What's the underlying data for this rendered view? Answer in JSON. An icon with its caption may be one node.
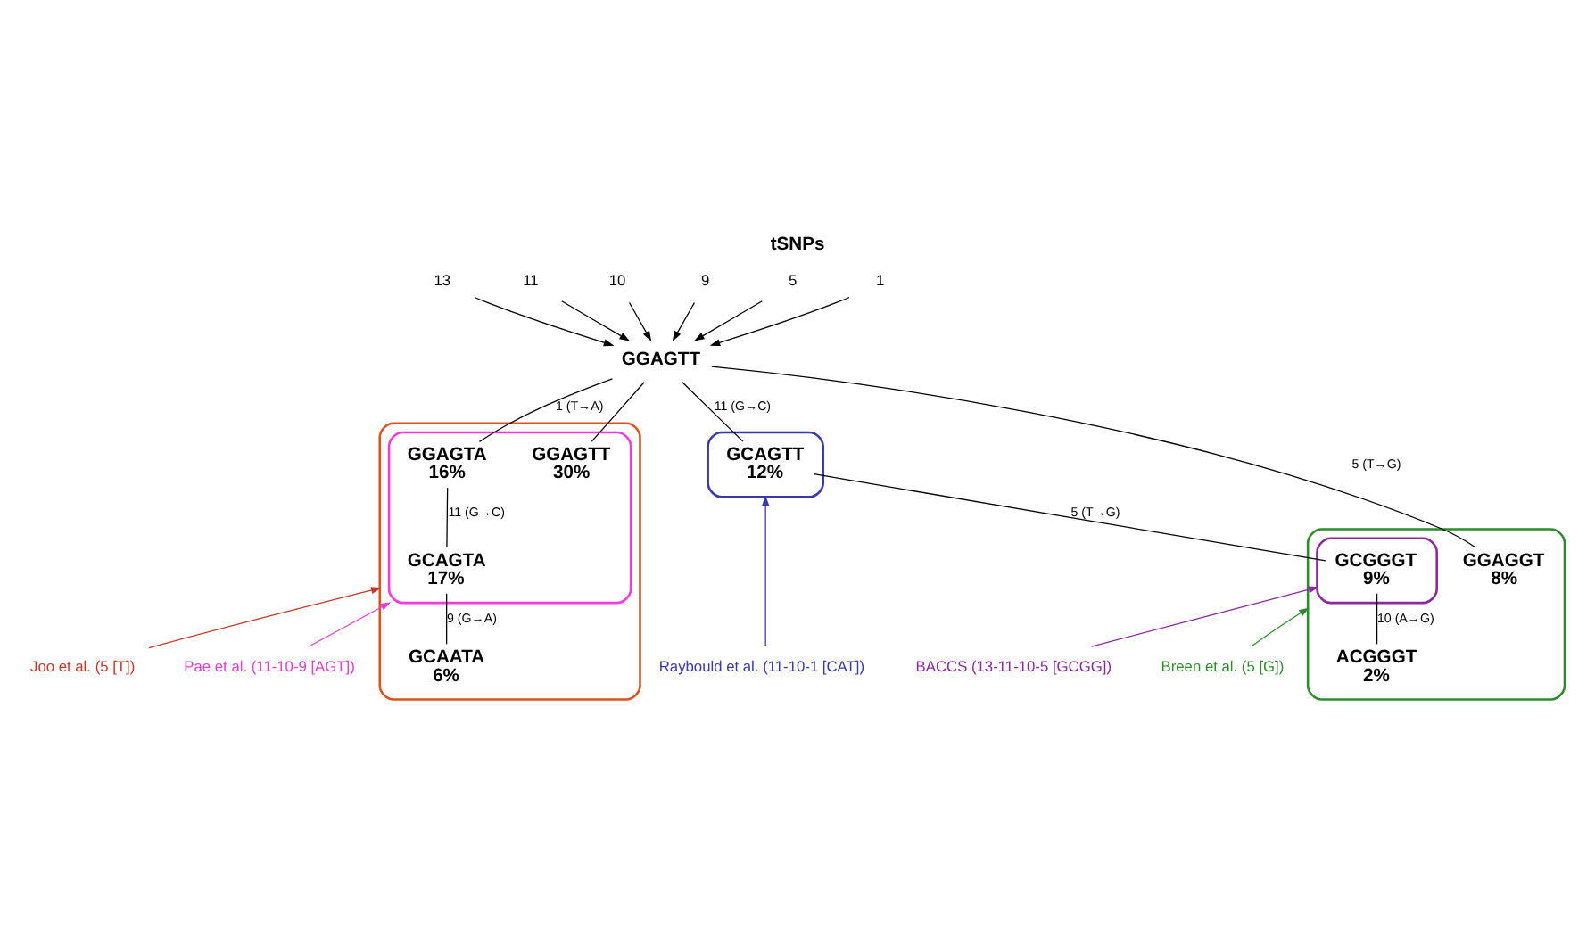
{
  "diagram": {
    "title": "tSNPs",
    "nodes": [
      {
        "text": [
          "13"
        ]
      },
      {
        "text": [
          "11"
        ]
      },
      {
        "text": [
          "10"
        ]
      },
      {
        "text": [
          "9"
        ]
      },
      {
        "text": [
          "5"
        ]
      },
      {
        "text": [
          "1"
        ]
      },
      {
        "text": [
          "GGAGTT"
        ]
      },
      {
        "text": [],
        "shape": "ellipse"
      },
      {
        "text": [],
        "shape": "ellipse",
        "in": 7
      },
      {
        "text": [
          "GCAATA",
          "6%"
        ],
        "in": 7
      },
      {
        "text": [
          "GCAGTA",
          "17%"
        ],
        "in": 8
      },
      {
        "text": [
          "GGAGTA",
          "16%"
        ],
        "in": 8
      },
      {
        "text": [
          "GGAGTT",
          "30%"
        ],
        "in": 8
      },
      {
        "text": [],
        "shape": "ellipse"
      },
      {
        "text": [
          "GCAGTT",
          "12%"
        ],
        "in": 13
      },
      {
        "text": [],
        "shape": "ellipse"
      },
      {
        "text": [],
        "shape": "ellipse",
        "in": 15
      },
      {
        "text": [
          "GCGGGT",
          "9%"
        ],
        "in": 16
      },
      {
        "text": [
          "ACGGGT",
          "2%"
        ],
        "in": 15
      },
      {
        "text": [
          "GGAGGT",
          "8%"
        ],
        "in": 15
      },
      {
        "text": [
          "Joo et al. (5 [T])"
        ]
      },
      {
        "text": [
          "Pae et al. (11-10-9 [AGT])"
        ]
      },
      {
        "text": [
          "Raybould et al. (11-10-1 [CAT])"
        ]
      },
      {
        "text": [
          "BACCS (13-11-10-5 [GCGG])"
        ]
      },
      {
        "text": [
          "Breen et al. (5 [G])"
        ]
      }
    ],
    "edges": [
      {
        "from": 0,
        "to": 6,
        "arrow": "to"
      },
      {
        "from": 1,
        "to": 6,
        "arrow": "to"
      },
      {
        "from": 2,
        "to": 6,
        "arrow": "to"
      },
      {
        "from": 3,
        "to": 6,
        "arrow": "to"
      },
      {
        "from": 4,
        "to": 6,
        "arrow": "to"
      },
      {
        "from": 5,
        "to": 6,
        "arrow": "to"
      },
      {
        "from": 6,
        "to": 11,
        "arrow": "none",
        "label": "1 (T→A)"
      },
      {
        "from": 11,
        "to": 10,
        "arrow": "none",
        "label": "11 (G→C)"
      },
      {
        "from": 10,
        "to": 9,
        "arrow": "none",
        "label": "9 (G→A)"
      },
      {
        "from": 6,
        "to": 12,
        "arrow": "none"
      },
      {
        "from": 6,
        "to": 14,
        "arrow": "none",
        "label": "11 (G→C)"
      },
      {
        "from": 14,
        "to": 17,
        "arrow": "none",
        "label": "5 (T→G)"
      },
      {
        "from": 17,
        "to": 18,
        "arrow": "none",
        "label": "10 (A→G)"
      },
      {
        "from": 6,
        "to": 19,
        "arrow": "none",
        "label": "5 (T→G)"
      },
      {
        "from": 20,
        "to": 7,
        "arrow": "to",
        "color": "#c0392b"
      },
      {
        "from": 21,
        "to": 8,
        "arrow": "to",
        "color": "#e040d0"
      },
      {
        "from": 22,
        "to": 13,
        "arrow": "to",
        "color": "#3a3aa8"
      },
      {
        "from": 23,
        "to": 16,
        "arrow": "to",
        "color": "#8a2a9a"
      },
      {
        "from": 24,
        "to": 15,
        "arrow": "to",
        "color": "#2e8b2e"
      }
    ]
  }
}
